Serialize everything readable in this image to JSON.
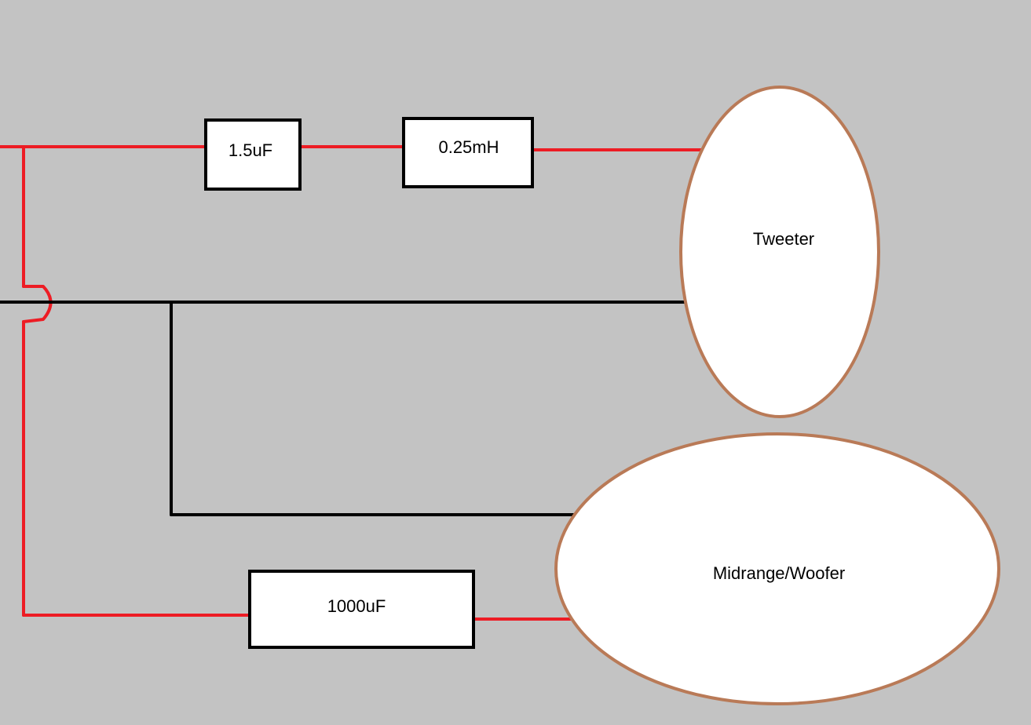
{
  "colors": {
    "background": "#c3c3c3",
    "positive_wire": "#ed1c24",
    "ground_wire": "#000000",
    "component_fill": "#ffffff",
    "component_border": "#000000",
    "speaker_fill": "#ffffff",
    "speaker_border": "#b97a57"
  },
  "components": {
    "cap_small": {
      "label": "1.5uF"
    },
    "inductor": {
      "label": "0.25mH"
    },
    "cap_large": {
      "label": "1000uF"
    }
  },
  "speakers": {
    "tweeter": {
      "label": "Tweeter"
    },
    "woofer": {
      "label": "Midrange/Woofer"
    }
  }
}
